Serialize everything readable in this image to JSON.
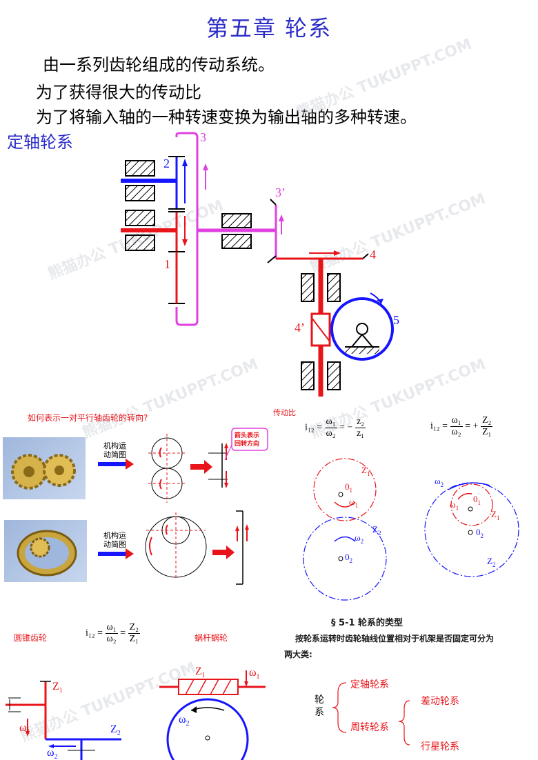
{
  "title": "第五章  轮系",
  "intro": {
    "line1": "由一系列齿轮组成的传动系统。",
    "line2": "为了获得很大的传动比",
    "line3": "为了将输入轴的一种转速变换为输出轴的多种转速。"
  },
  "section_fixed": "定轴轮系",
  "diagram_labels": {
    "g1": "1",
    "g2": "2",
    "g3": "3",
    "g3p": "3’",
    "g4": "4",
    "g4p": "4’",
    "g5": "5"
  },
  "lower": {
    "question": "如何表示一对平行轴齿轮的转向?",
    "ratio_title": "传动比",
    "mech_label_1a": "机构运",
    "mech_label_1b": "动简图",
    "mech_label_2a": "机构运",
    "mech_label_2b": "动简图",
    "arrow_note_a": "箭头表示",
    "arrow_note_b": "回转方向",
    "formula_ext_lhs": "i₁₂ =",
    "formula_ext_w_num": "ω₁",
    "formula_ext_w_den": "ω₂",
    "formula_ext_sign": "= −",
    "formula_ext_z_num": "z₂",
    "formula_ext_z_den": "z₁",
    "formula_int_lhs": "i₁₂ =",
    "formula_int_w_num": "ω₁",
    "formula_int_w_den": "ω₂",
    "formula_int_sign": "= +",
    "formula_int_z_num": "Z₂",
    "formula_int_z_den": "Z₁",
    "ext_labels": {
      "z1": "Z",
      "z1sub": "1",
      "o1": "0",
      "o1sub": "1",
      "w1": "ω",
      "w1sub": "1",
      "w2": "ω",
      "w2sub": "2",
      "z2": "Z",
      "z2sub": "2",
      "o2": "0",
      "o2sub": "2"
    },
    "int_labels": {
      "w2": "ω",
      "w2sub": "2",
      "o1": "0",
      "o1sub": "1",
      "w1": "ω",
      "w1sub": "1",
      "z1": "Z",
      "z1sub": "1",
      "o2": "0",
      "o2sub": "2",
      "z2": "Z",
      "z2sub": "2"
    },
    "bevel_title": "圆锥齿轮",
    "bevel_formula_lhs": "i₁₂ =",
    "bevel_w_num": "ω₁",
    "bevel_w_den": "ω₂",
    "bevel_sign": "=",
    "bevel_z_num": "Z₂",
    "bevel_z_den": "Z₁",
    "worm_title": "蜗杆蜗轮",
    "types_title": "§ 5-1   轮系的类型",
    "types_para1": "按轮系运转时齿轮轴线位置相对于机架是否固定可分为",
    "types_para2": "两大类:",
    "tree_root": "轮\n系",
    "tree_root_a": "轮",
    "tree_root_b": "系",
    "tree_fixed": "定轴轮系",
    "tree_epicyclic": "周转轮系",
    "tree_diff": "差动轮系",
    "tree_planet": "行星轮系",
    "bevel_labels": {
      "z1": "Z",
      "z1sub": "1",
      "w1": "ω",
      "w1sub": "1",
      "z2": "Z",
      "z2sub": "2",
      "w2": "ω",
      "w2sub": "2"
    },
    "worm_labels": {
      "z1": "Z",
      "z1sub": "1",
      "w1": "ω",
      "w1sub": "1",
      "w2": "ω",
      "w2sub": "2"
    }
  },
  "watermark": "熊猫办公 TUKUPPT.COM",
  "colors": {
    "blue": "#2b2bc9",
    "red": "#e8141a",
    "magenta": "#e040e0",
    "bright_blue": "#1515ff"
  }
}
